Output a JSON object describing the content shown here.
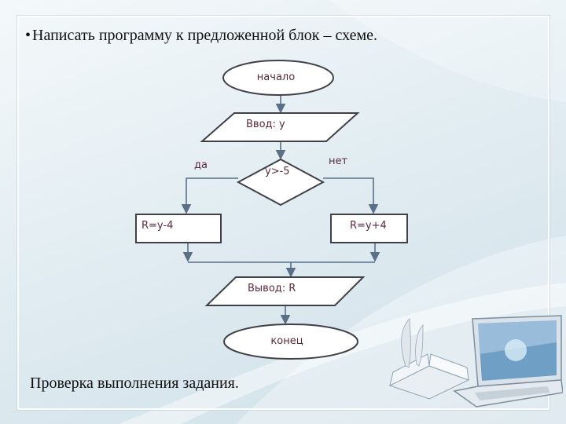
{
  "slide": {
    "task_bullet": "•",
    "task_text": "Написать программу к предложенной блок – схеме.",
    "footer_text": "Проверка выполнения задания."
  },
  "flowchart": {
    "start": "начало",
    "input": "Ввод: y",
    "condition": "y>-5",
    "yes_label": "да",
    "no_label": "нет",
    "yes_action": "R=y-4",
    "no_action": "R=y+4",
    "output": "Вывод: R",
    "end": "конец"
  },
  "colors": {
    "shape_stroke": "#404048",
    "shape_fill": "#ffffff",
    "connector": "#5b6f86",
    "text": "#5a2a3c"
  },
  "icons": [
    "laptop-illustration",
    "book-quill-illustration"
  ]
}
